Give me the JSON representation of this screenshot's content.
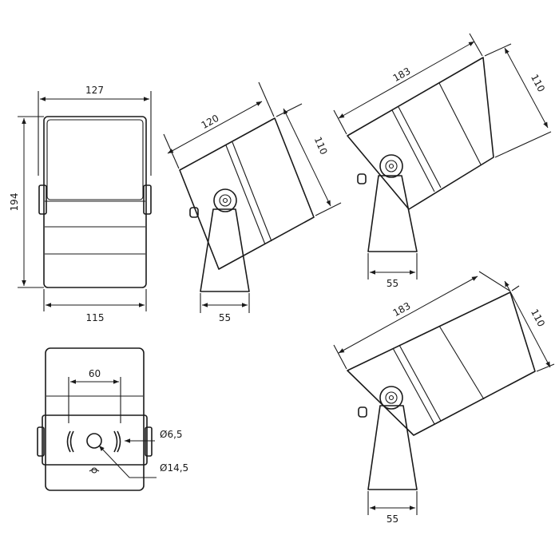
{
  "front_view": {
    "width_top": "127",
    "height": "194",
    "width_bottom": "115"
  },
  "side_view_small": {
    "length": "120",
    "height": "110",
    "base_width": "55"
  },
  "side_view_large_tilted": {
    "length": "183",
    "height": "110",
    "base_width": "55"
  },
  "side_view_large": {
    "length": "183",
    "height": "110",
    "base_width": "55"
  },
  "rear_view": {
    "hole_spacing": "60",
    "slot_diameter": "Ø6,5",
    "center_hole_diameter": "Ø14,5"
  }
}
